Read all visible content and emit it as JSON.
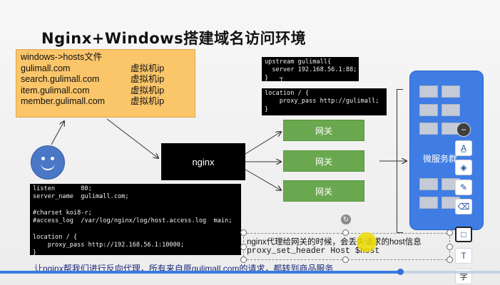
{
  "title": "Nginx+Windows搭建域名访问环境",
  "hosts": {
    "header": "windows->hosts文件",
    "rows": [
      {
        "domain": "gulimall.com",
        "ip": "虚拟机ip"
      },
      {
        "domain": "search.gulimall.com",
        "ip": "虚拟机ip"
      },
      {
        "domain": "item.gulimall.com",
        "ip": "虚拟机ip"
      },
      {
        "domain": "member.gulimall.com",
        "ip": "虚拟机ip"
      }
    ]
  },
  "nginx_label": "nginx",
  "upstream_code": "upstream gulimall{\n  server 192.168.56.1:88;\n}   ┬",
  "location_code": "location / {\n    proxy_pass http://gulimall;\n}",
  "server_code": "listen       80;\nserver_name  gulimall.com;\n\n#charset koi8-r;\n#access_log  /var/log/nginx/log/host.access.log  main;\n\nlocation / {\n    proxy_pass http://192.168.56.1:10000;\n}",
  "gateways": [
    "网关",
    "网关",
    "网关"
  ],
  "microservice_label": "微服务群",
  "note": {
    "line1": "nginx代理给网关的时候，会丢失请求的host信息",
    "line2": "proxy_set_header Host $host"
  },
  "subtitle": "让nginx帮我们进行反向代理，所有来自原gulimall.com的请求，都转到商品服务",
  "toolbar": {
    "collapse_icon": "minus-circle-icon",
    "tools": [
      "text-format-icon",
      "layers-icon",
      "pen-icon",
      "eraser-icon",
      "rectangle-icon",
      "text-box-icon",
      "character-icon"
    ],
    "char_label": "字"
  },
  "video_progress": 0.8,
  "colors": {
    "hosts_fill": "#fbc66a",
    "gateway_fill": "#6aa84f",
    "microservice_fill": "#3f7de4",
    "user_face": "#4a78c6",
    "progress": "#3a7be0"
  }
}
